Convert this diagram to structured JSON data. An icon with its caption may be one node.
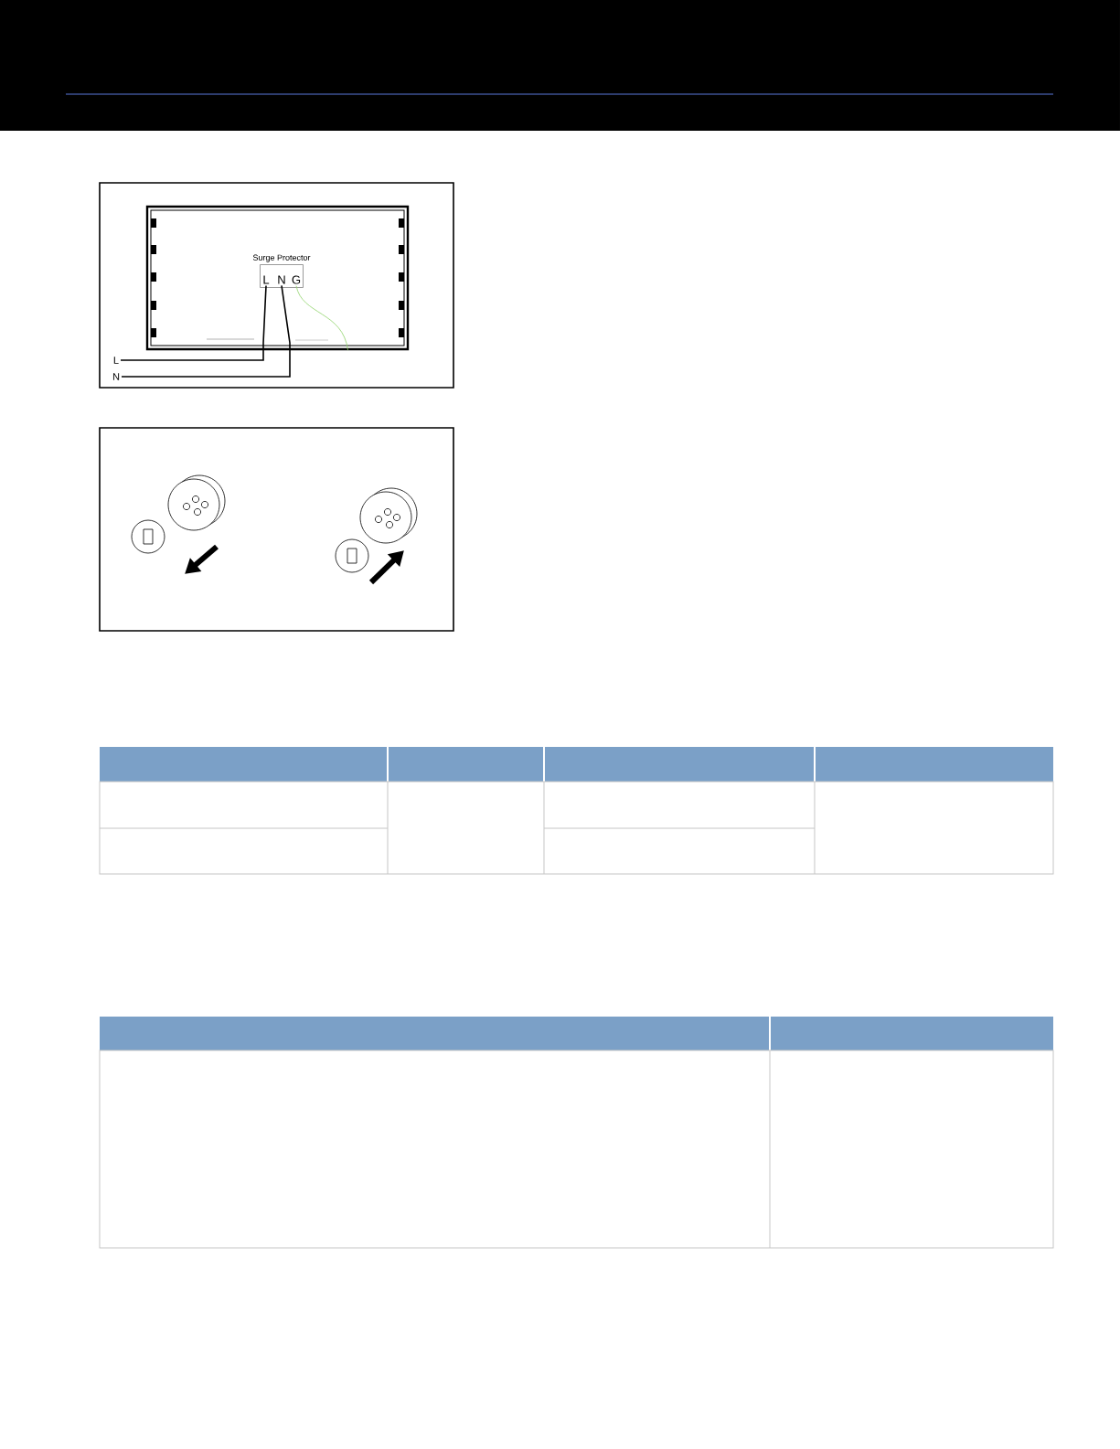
{
  "diagram": {
    "nodes": [
      {
        "text": [],
        "shape": "box"
      },
      {
        "text": [
          "Surge Protector"
        ],
        "in": 0
      },
      {
        "text": [
          "L"
        ],
        "in": 1
      },
      {
        "text": [
          "N"
        ],
        "in": 1
      },
      {
        "text": [
          "G"
        ],
        "in": 1
      },
      {
        "text": [
          "L"
        ]
      },
      {
        "text": [
          "N"
        ]
      }
    ],
    "edges": [
      {
        "from": 2,
        "to": 5,
        "arrow": "none"
      },
      {
        "from": 3,
        "to": 6,
        "arrow": "none"
      },
      {
        "from": 4,
        "to": 0,
        "arrow": "none",
        "color": "#8fd36a"
      }
    ]
  }
}
